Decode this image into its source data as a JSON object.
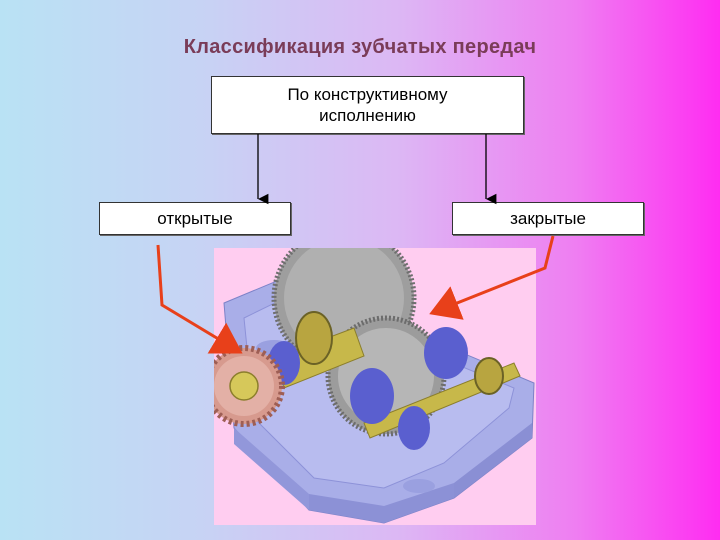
{
  "title": "Классификация зубчатых передач",
  "top_box": {
    "line1": "По конструктивному",
    "line2": "исполнению"
  },
  "left_box": {
    "label": "открытые"
  },
  "right_box": {
    "label": "закрытые"
  },
  "colors": {
    "arrow_red": "#e8401a",
    "title_color": "#7a3c58",
    "picture_bg": "#ffcdf0",
    "housing": "#a9aee8",
    "gear_grey": "#a4a4a4",
    "open_gear": "#d79a8e",
    "shaft_yellow": "#c7b84a",
    "bearing_blue": "#5a5fcf"
  }
}
